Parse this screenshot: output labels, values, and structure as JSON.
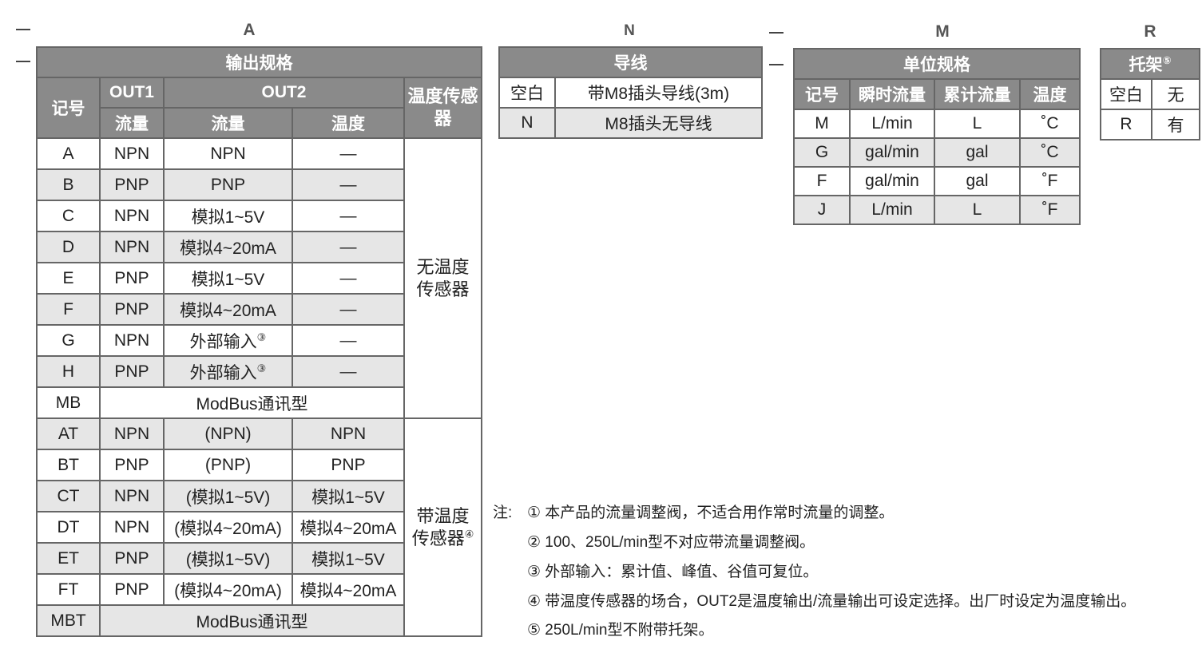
{
  "letters": {
    "a": "A",
    "n": "N",
    "m": "M",
    "r": "R"
  },
  "dash": "—",
  "tableA": {
    "title": "输出规格",
    "col_code": "记号",
    "out1": "OUT1",
    "out2": "OUT2",
    "temp_sensor": "温度传感器",
    "sub_flow1": "流量",
    "sub_flow2": "流量",
    "sub_temp": "温度",
    "rows": [
      {
        "code": "A",
        "out1": "NPN",
        "flow": "NPN",
        "temp": "—"
      },
      {
        "code": "B",
        "out1": "PNP",
        "flow": "PNP",
        "temp": "—"
      },
      {
        "code": "C",
        "out1": "NPN",
        "flow": "模拟1~5V",
        "temp": "—"
      },
      {
        "code": "D",
        "out1": "NPN",
        "flow": "模拟4~20mA",
        "temp": "—"
      },
      {
        "code": "E",
        "out1": "PNP",
        "flow": "模拟1~5V",
        "temp": "—"
      },
      {
        "code": "F",
        "out1": "PNP",
        "flow": "模拟4~20mA",
        "temp": "—"
      },
      {
        "code": "G",
        "out1": "NPN",
        "flow": "外部输入",
        "flow_sup": "③",
        "temp": "—"
      },
      {
        "code": "H",
        "out1": "PNP",
        "flow": "外部输入",
        "flow_sup": "③",
        "temp": "—"
      }
    ],
    "mb": {
      "code": "MB",
      "value": "ModBus通讯型"
    },
    "no_temp_line1": "无温度",
    "no_temp_line2": "传感器",
    "trows": [
      {
        "code": "AT",
        "out1": "NPN",
        "flow": "(NPN)",
        "temp": "NPN"
      },
      {
        "code": "BT",
        "out1": "PNP",
        "flow": "(PNP)",
        "temp": "PNP"
      },
      {
        "code": "CT",
        "out1": "NPN",
        "flow": "(模拟1~5V)",
        "temp": "模拟1~5V"
      },
      {
        "code": "DT",
        "out1": "NPN",
        "flow": "(模拟4~20mA)",
        "temp": "模拟4~20mA"
      },
      {
        "code": "ET",
        "out1": "PNP",
        "flow": "(模拟1~5V)",
        "temp": "模拟1~5V"
      },
      {
        "code": "FT",
        "out1": "PNP",
        "flow": "(模拟4~20mA)",
        "temp": "模拟4~20mA"
      }
    ],
    "mbt": {
      "code": "MBT",
      "value": "ModBus通讯型"
    },
    "with_temp_line1": "带温度",
    "with_temp_line2": "传感器",
    "with_temp_sup": "④"
  },
  "tableN": {
    "title": "导线",
    "rows": [
      {
        "code": "空白",
        "desc": "带M8插头导线(3m)"
      },
      {
        "code": "N",
        "desc": "M8插头无导线"
      }
    ]
  },
  "tableM": {
    "title": "单位规格",
    "col_code": "记号",
    "col_inst": "瞬时流量",
    "col_total": "累计流量",
    "col_temp": "温度",
    "rows": [
      {
        "code": "M",
        "inst": "L/min",
        "total": "L",
        "temp": "˚C"
      },
      {
        "code": "G",
        "inst": "gal/min",
        "total": "gal",
        "temp": "˚C"
      },
      {
        "code": "F",
        "inst": "gal/min",
        "total": "gal",
        "temp": "˚F"
      },
      {
        "code": "J",
        "inst": "L/min",
        "total": "L",
        "temp": "˚F"
      }
    ]
  },
  "tableR": {
    "title": "托架",
    "title_sup": "⑤",
    "rows": [
      {
        "code": "空白",
        "val": "无"
      },
      {
        "code": "R",
        "val": "有"
      }
    ]
  },
  "notes": {
    "prefix": "注:",
    "items": [
      "① 本产品的流量调整阀，不适合用作常时流量的调整。",
      "② 100、250L/min型不对应带流量调整阀。",
      "③ 外部输入：累计值、峰值、谷值可复位。",
      "④ 带温度传感器的场合，OUT2是温度输出/流量输出可设定选择。出厂时设定为温度输出。",
      "⑤ 250L/min型不附带托架。"
    ]
  }
}
